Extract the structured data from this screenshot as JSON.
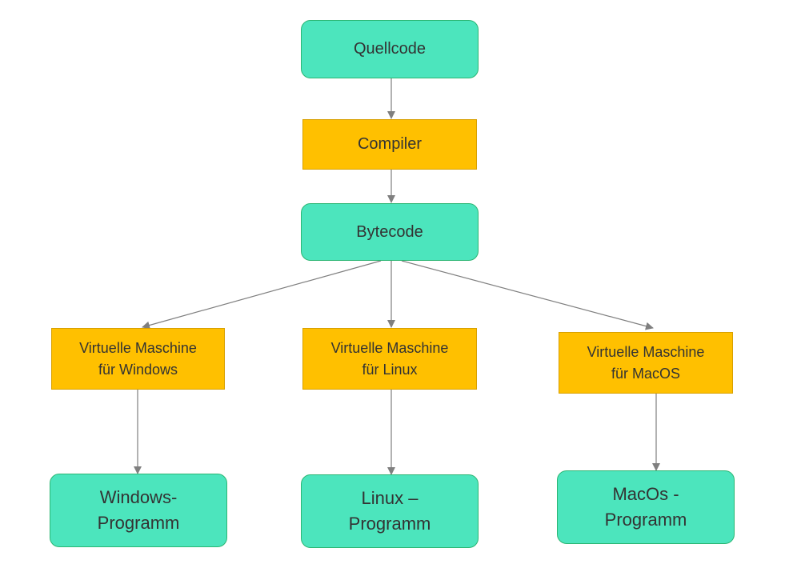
{
  "nodes": {
    "source_code": "Quellcode",
    "compiler": "Compiler",
    "bytecode": "Bytecode",
    "vm_windows": "Virtuelle Maschine\nfür Windows",
    "vm_linux": "Virtuelle Maschine\nfür Linux",
    "vm_macos": "Virtuelle Maschine\nfür MacOS",
    "program_windows": "Windows-\nProgramm",
    "program_linux": "Linux –\nProgramm",
    "program_macos": "MacOs -\nProgramm"
  },
  "colors": {
    "data_node_fill": "#4ce5bd",
    "data_node_border": "#2bb673",
    "process_node_fill": "#ffc000",
    "process_node_border": "#d8a000",
    "edge": "#7f7f7f"
  }
}
